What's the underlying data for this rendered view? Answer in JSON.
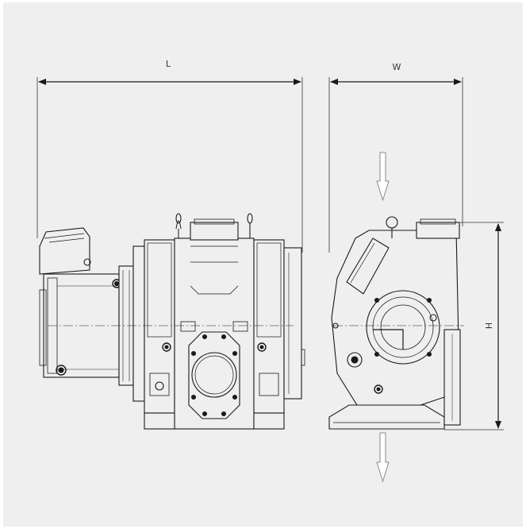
{
  "colors": {
    "background": "#efefef",
    "line": "#1a1a1a",
    "arrow_outline": "#8a8a8a"
  },
  "dimensions": {
    "length": "L",
    "width": "W",
    "height": "H"
  },
  "views": [
    "side-view",
    "end-view"
  ],
  "flow_arrows": [
    "inlet-arrow-down",
    "outlet-arrow-down"
  ]
}
